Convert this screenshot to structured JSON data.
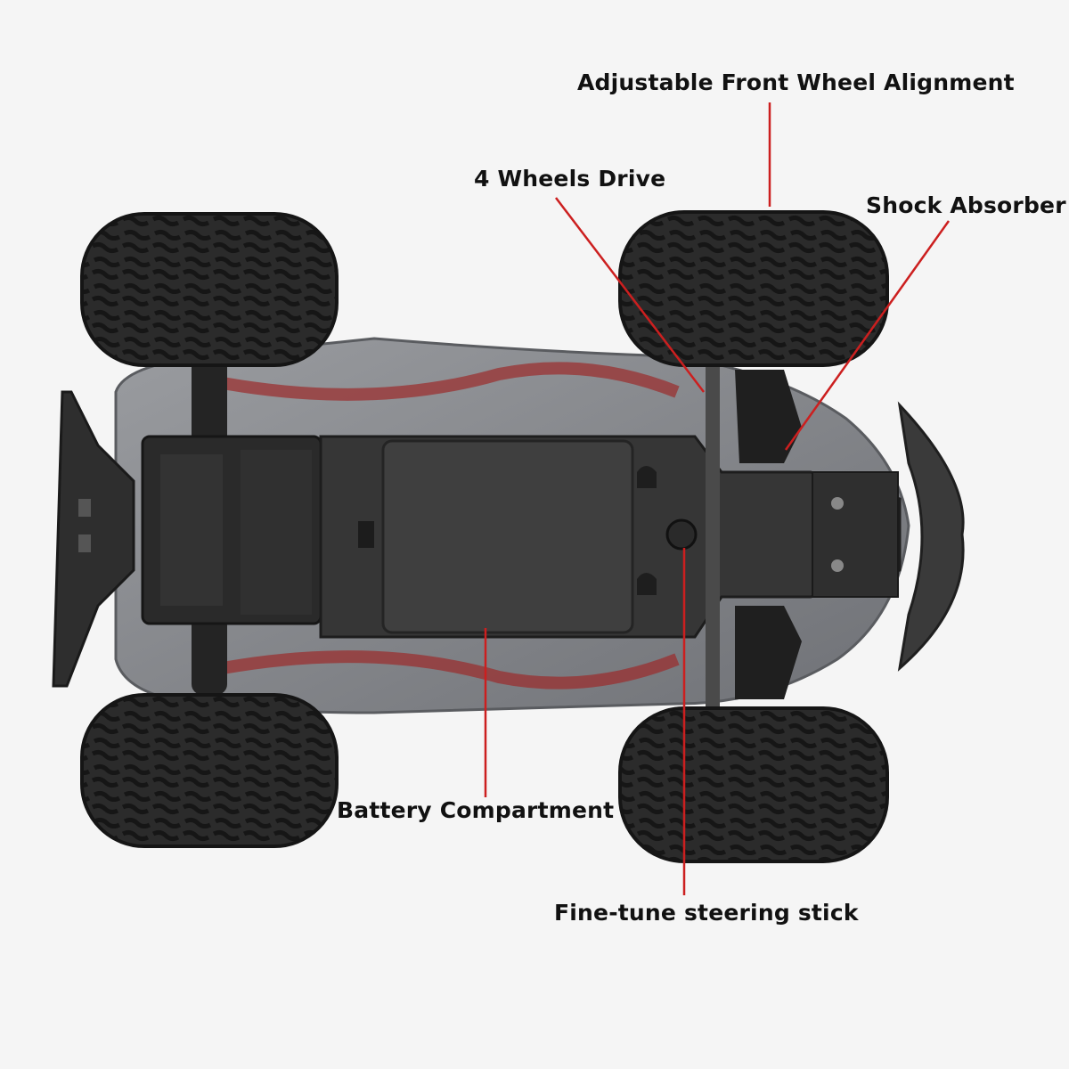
{
  "colors": {
    "background": "#f5f5f5",
    "leader_line": "#cc1f1f",
    "label_text": "#111111",
    "tire": "#2b2b2b",
    "chassis": "#3a3a3a",
    "body_shell": "#8a8c90",
    "body_stripe": "#9b2b2b"
  },
  "callouts": {
    "front_wheel_alignment": "Adjustable Front Wheel Alignment",
    "four_wheel_drive": "4 Wheels Drive",
    "shock_absorber": "Shock Absorber",
    "battery_compartment": "Battery Compartment",
    "steering_stick": "Fine-tune steering stick"
  }
}
